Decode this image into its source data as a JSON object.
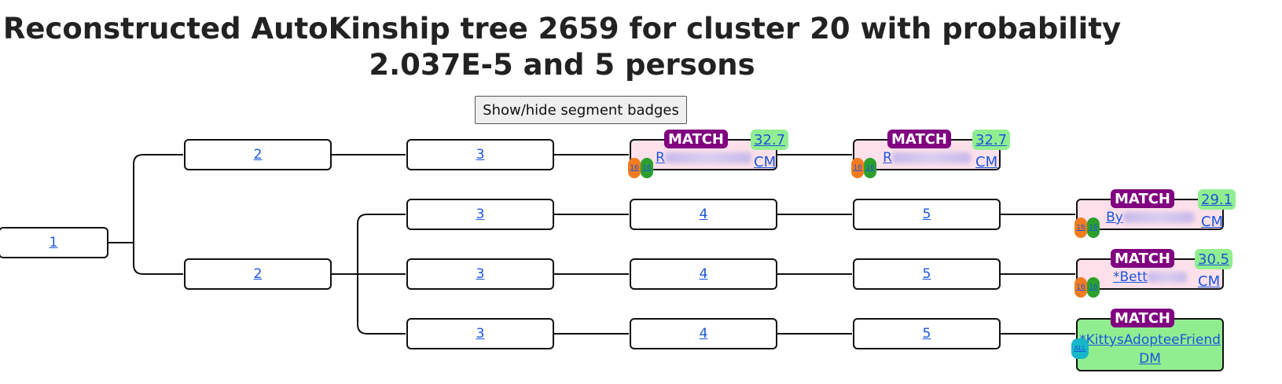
{
  "title": "Reconstructed AutoKinship tree 2659 for cluster 20 with probability 2.037E-5 and 5 persons",
  "toggle_button_label": "Show/hide segment badges",
  "nodes": {
    "n1": "1",
    "n2a": "2",
    "n2b": "2",
    "n3a": "3",
    "n3b": "3",
    "n3c": "3",
    "n3d": "3",
    "n4b": "4",
    "n4c": "4",
    "n4d": "4",
    "n5b": "5",
    "n5c": "5",
    "n5d": "5"
  },
  "matches": {
    "m1": {
      "badge": "MATCH",
      "cm": "32.7 CM",
      "name_prefix": "R",
      "seg1": "16",
      "seg2": "16"
    },
    "m2": {
      "badge": "MATCH",
      "cm": "32.7 CM",
      "name_prefix": "R",
      "seg1": "16",
      "seg2": "16"
    },
    "m3": {
      "badge": "MATCH",
      "cm": "29.1 CM",
      "name_prefix": "By",
      "seg1": "16",
      "seg2": "16"
    },
    "m4": {
      "badge": "MATCH",
      "cm": "30.5 CM",
      "name_prefix": "*Bett",
      "seg1": "16",
      "seg2": "16"
    },
    "m5": {
      "badge": "MATCH",
      "name": "*KittysAdopteeFriendDM",
      "seg": "ALL"
    }
  },
  "colors": {
    "match_badge": "#800080",
    "cm_badge": "#90ee90",
    "pink_node": "#fde0ea",
    "green_node": "#90ee90",
    "link": "#1a56db"
  }
}
